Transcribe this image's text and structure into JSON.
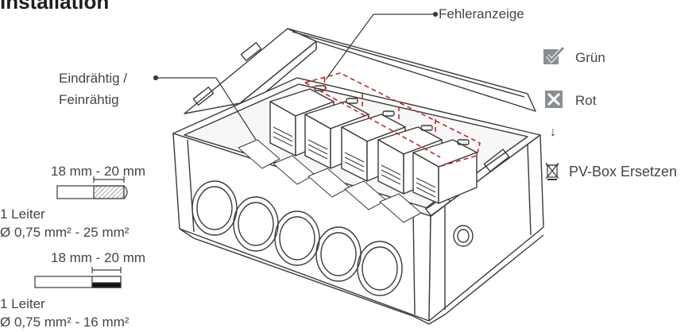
{
  "title": "Installation",
  "callouts": {
    "fehleranzeige": "Fehleranzeige",
    "wire_type_line1": "Eindrähtig /",
    "wire_type_line2": "Feinrähtig"
  },
  "legend": {
    "green_label": "Grün",
    "red_label": "Rot",
    "replace_label": "PV-Box Ersetzen",
    "green_icon": "check-box-icon",
    "red_icon": "x-box-icon",
    "down_icon": "arrow-down-icon",
    "replace_icon": "waste-bin-icon"
  },
  "wire_specs": [
    {
      "strip_length": "18 mm - 20 mm",
      "conductor": "1 Leiter",
      "cross_section": "Ø 0,75 mm² - 25 mm²",
      "type": "solid"
    },
    {
      "strip_length": "18 mm - 20 mm",
      "conductor": "1 Leiter",
      "cross_section": "Ø 0,75 mm² - 16 mm²",
      "type": "stranded"
    }
  ],
  "colors": {
    "line": "#3a3a3a",
    "dashed_indicator": "#c0272d",
    "legend_icon": "#8a8f93"
  }
}
